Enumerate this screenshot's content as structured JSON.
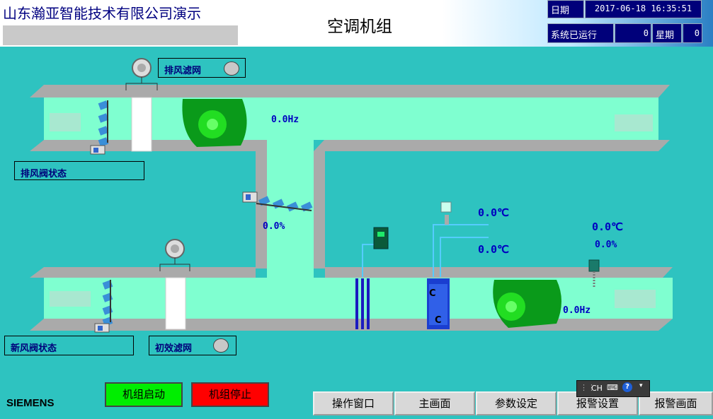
{
  "header": {
    "company": "山东瀚亚智能技术有限公司演示",
    "title": "空调机组",
    "date_label": "日期",
    "datetime": "2017-06-18 16:35:51",
    "runtime_label": "系统已运行",
    "runtime_value": "0",
    "weekday_label": "星期",
    "weekday_value": "0"
  },
  "labels": {
    "exhaust_filter": "排风滤网",
    "exhaust_damper": "排风阀状态",
    "fresh_damper": "新风阀状态",
    "primary_filter": "初效滤网"
  },
  "readouts": {
    "exhaust_fan_freq": "0.0Hz",
    "mix_damper_pct": "0.0%",
    "temp_1": "0.0℃",
    "temp_2": "0.0℃",
    "supply_temp": "0.0℃",
    "supply_pct": "0.0%",
    "supply_fan_freq": "0.0Hz",
    "coil_label_1": "C",
    "coil_label_2": "C"
  },
  "controls": {
    "start": "机组启动",
    "stop": "机组停止"
  },
  "brand": "SIEMENS",
  "nav": [
    "操作窗口",
    "主画面",
    "参数设定",
    "报警设置",
    "报警画面"
  ],
  "ime": {
    "lang": "CH"
  },
  "colors": {
    "background": "#2ec3c0",
    "duct": "#7fffd0",
    "start": "#00ee00",
    "stop": "#ff0000",
    "header_box": "#00007a"
  }
}
